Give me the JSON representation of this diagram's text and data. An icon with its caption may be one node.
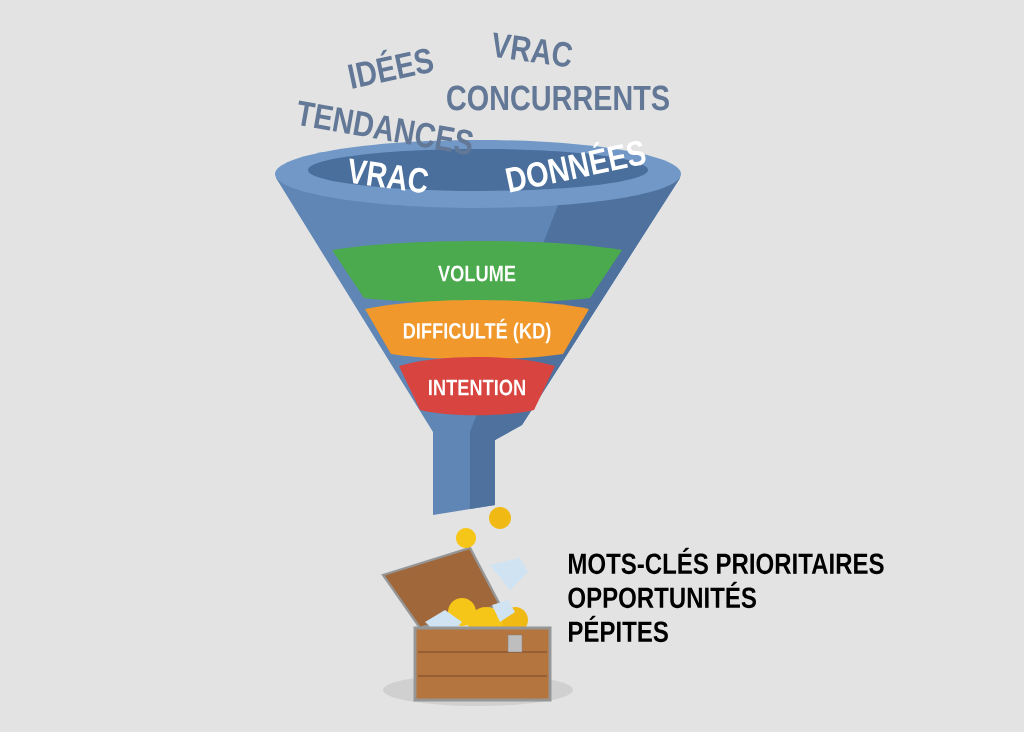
{
  "diagram": {
    "nodes": [
      {
        "text": [],
        "shape": "funnel"
      },
      {
        "text": [
          "VOLUME"
        ],
        "in": 0
      },
      {
        "text": [
          "DIFFICULTÉ (KD)"
        ],
        "in": 0
      },
      {
        "text": [
          "INTENTION"
        ],
        "in": 0
      }
    ],
    "labels": [
      "IDÉES",
      "VRAC",
      "CONCURRENTS",
      "TENDANCES",
      "VRAC",
      "DONNÉES",
      "MOTS-CLÉS PRIORITAIRES",
      "OPPORTUNITÉS",
      "PÉPITES"
    ]
  }
}
